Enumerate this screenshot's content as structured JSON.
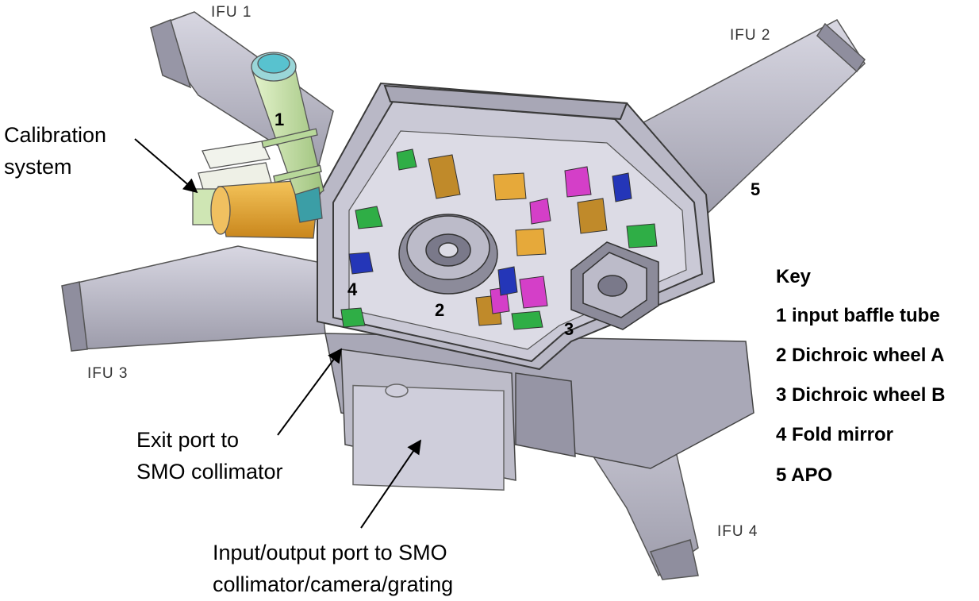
{
  "labels": {
    "ifu1": "IFU 1",
    "ifu2": "IFU 2",
    "ifu3": "IFU 3",
    "ifu4": "IFU 4",
    "calibration_line1": "Calibration",
    "calibration_line2": "system",
    "exit_line1": "Exit port to",
    "exit_line2": "SMO collimator",
    "input_line1": "Input/output port to SMO",
    "input_line2": "collimator/camera/grating"
  },
  "markers": [
    "1",
    "2",
    "3",
    "4",
    "5"
  ],
  "key": {
    "title": "Key",
    "items": [
      "1 input baffle tube",
      "2 Dichroic wheel A",
      "3 Dichroic wheel B",
      "4 Fold mirror",
      "5 APO"
    ]
  },
  "colors": {
    "body": "#c7c6d2",
    "deck": "#dddce6",
    "tube": "#c9e4a8",
    "cap": "#58c2cf",
    "orange": "#e6a93a",
    "green": "#2fae46",
    "magenta": "#d43fc8",
    "blue": "#2436b8",
    "bronze": "#c08a2a"
  }
}
